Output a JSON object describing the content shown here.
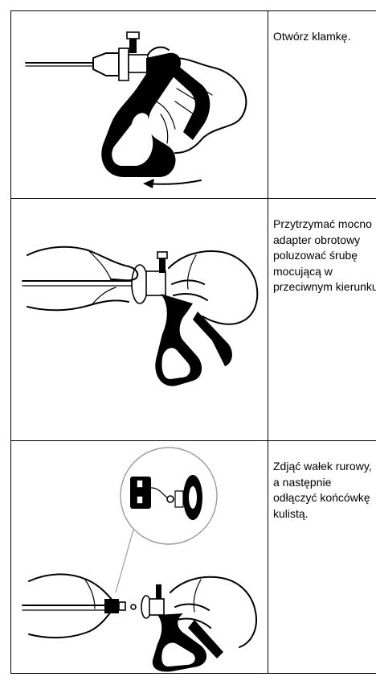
{
  "steps": [
    {
      "text": "Otwórz klamkę.",
      "illustration": "hand-opening-instrument-handle"
    },
    {
      "text": "Przytrzymać mocno adapter obrotowy poluzować śrubę mocującą w przeciwnym kierunku.",
      "illustration": "hands-loosening-fixing-screw"
    },
    {
      "text": "Zdjąć wałek rurowy, a następnie odłączyć końcówkę kulistą.",
      "illustration": "hands-detaching-tube-shaft"
    }
  ]
}
